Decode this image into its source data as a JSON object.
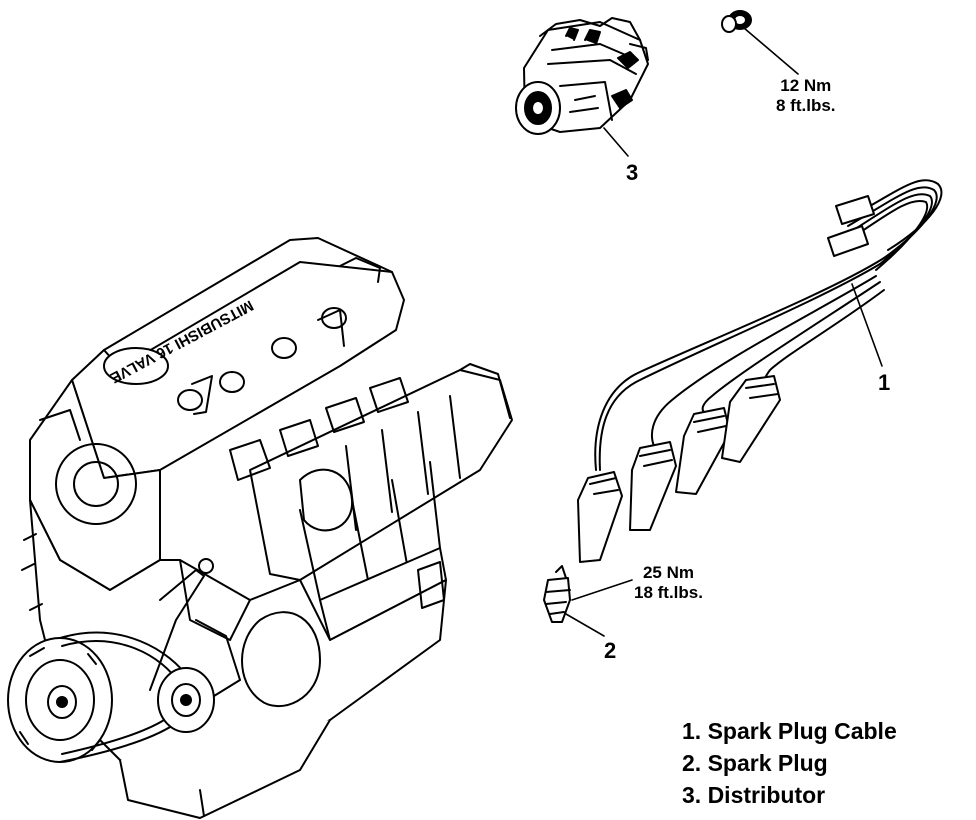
{
  "callouts": {
    "c1": "1",
    "c2": "2",
    "c3": "3"
  },
  "torque": {
    "distributor_nut": {
      "line1": "12 Nm",
      "line2": "8 ft.lbs."
    },
    "spark_plug": {
      "line1": "25 Nm",
      "line2": "18 ft.lbs."
    }
  },
  "legend": [
    "1. Spark Plug Cable",
    "2. Spark Plug",
    "3. Distributor"
  ],
  "engine_head_text": "MITSUBISHI  16 VALVE"
}
